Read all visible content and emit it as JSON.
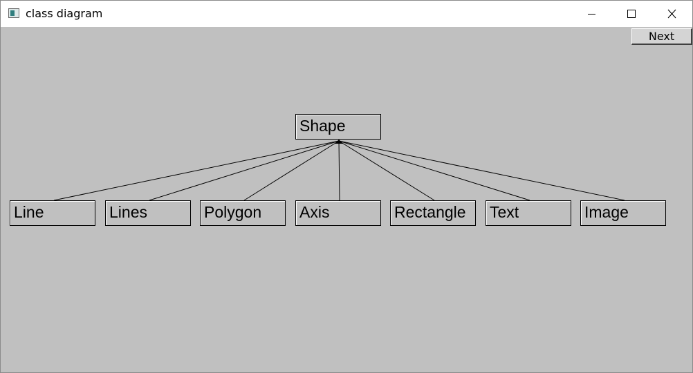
{
  "window": {
    "title": "class diagram",
    "controls": {
      "minimize": "minimize-icon",
      "maximize": "maximize-icon",
      "close": "close-icon"
    }
  },
  "toolbar": {
    "next_label": "Next"
  },
  "diagram": {
    "parent": "Shape",
    "children": [
      "Line",
      "Lines",
      "Polygon",
      "Axis",
      "Rectangle",
      "Text",
      "Image"
    ]
  },
  "colors": {
    "background": "#c0c0c0",
    "titlebar": "#ffffff",
    "line": "#000000"
  }
}
